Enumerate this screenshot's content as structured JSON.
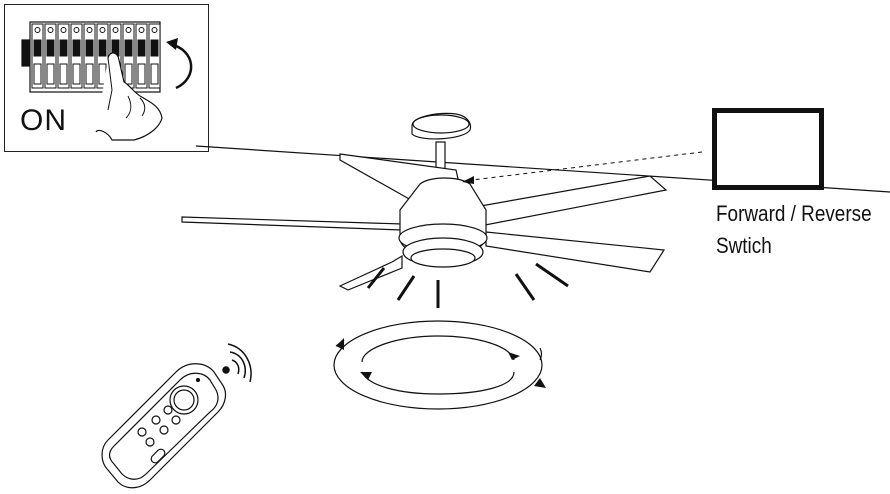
{
  "breaker_panel": {
    "power_label": "ON"
  },
  "reverse_switch": {
    "label_line1": "Forward / Reverse",
    "label_line2": "Swtich",
    "icon": "left-right-triangles-icon"
  },
  "icons": {
    "breaker": "circuit-breaker-icon",
    "hand": "hand-icon",
    "remote": "remote-control-icon",
    "signal": "wireless-signal-icon",
    "rotation": "rotation-arrows-icon"
  },
  "colors": {
    "line": "#111111",
    "background": "#ffffff"
  }
}
